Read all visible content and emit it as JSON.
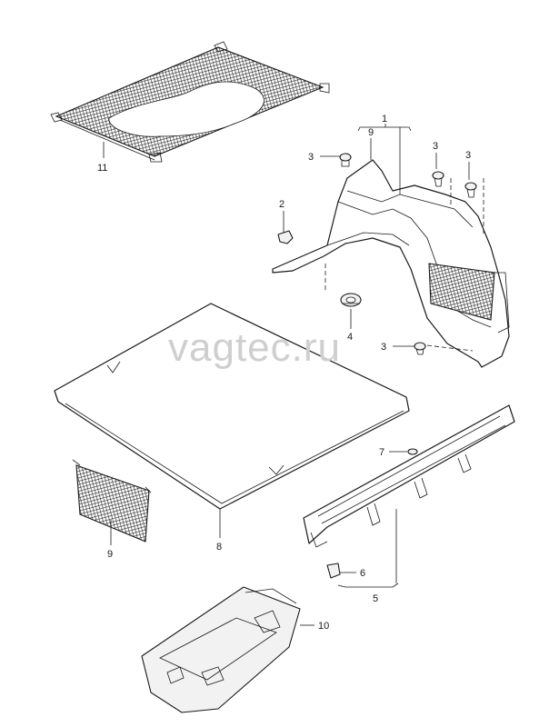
{
  "watermark": "vagtec.ru",
  "callouts": [
    {
      "id": "c1",
      "text": "1"
    },
    {
      "id": "c9a",
      "text": "9"
    },
    {
      "id": "c2",
      "text": "2"
    },
    {
      "id": "c3a",
      "text": "3"
    },
    {
      "id": "c3b",
      "text": "3"
    },
    {
      "id": "c3c",
      "text": "3"
    },
    {
      "id": "c3d",
      "text": "3"
    },
    {
      "id": "c4",
      "text": "4"
    },
    {
      "id": "c11",
      "text": "11"
    },
    {
      "id": "c7",
      "text": "7"
    },
    {
      "id": "c6",
      "text": "6"
    },
    {
      "id": "c5",
      "text": "5"
    },
    {
      "id": "c8",
      "text": "8"
    },
    {
      "id": "c9b",
      "text": "9"
    },
    {
      "id": "c10",
      "text": "10"
    }
  ]
}
